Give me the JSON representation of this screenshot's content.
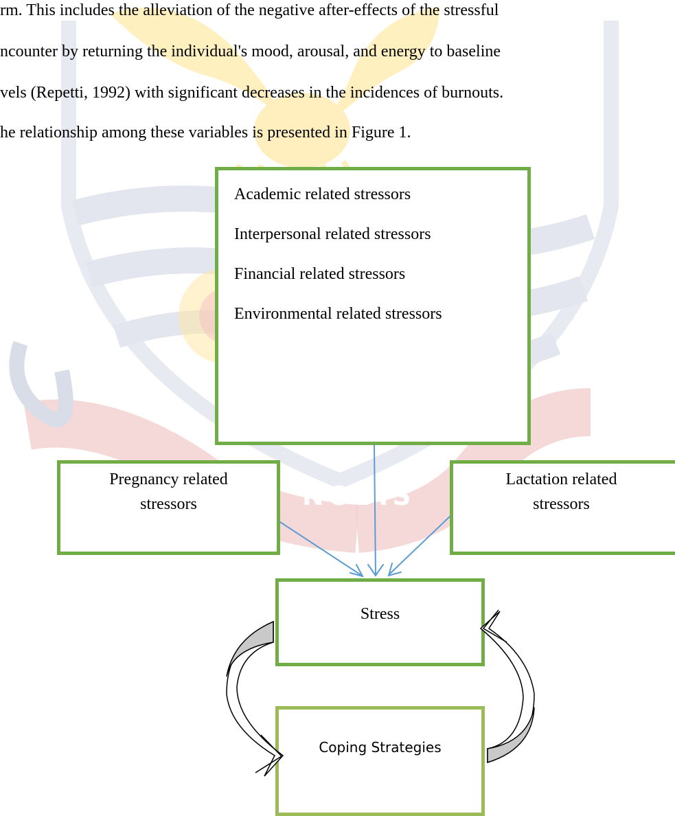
{
  "paragraph": {
    "lines": [
      "rm. This includes the alleviation of the negative after-effects of the stressful",
      "ncounter by returning the individual's mood, arousal, and energy to baseline",
      "vels (Repetti, 1992) with significant decreases in the incidences of burnouts.",
      "he relationship among these variables is presented in Figure 1."
    ]
  },
  "diagram": {
    "stressors": [
      "Academic related stressors",
      "Interpersonal related stressors",
      "Financial related stressors",
      "Environmental related stressors"
    ],
    "pregnancy": [
      "Pregnancy related",
      "stressors"
    ],
    "lactation": [
      "Lactation related",
      "stressors"
    ],
    "stress": "Stress",
    "coping": "Coping Strategies"
  },
  "watermark": {
    "motto": "NOBIS"
  },
  "colors": {
    "box_border": "#70ad47",
    "coping_border": "#9bbb59",
    "arrow": "#5b9bd5",
    "watermark_gold": "#f2c200",
    "watermark_red": "#d95b5b",
    "watermark_gray": "#cfd3df"
  }
}
